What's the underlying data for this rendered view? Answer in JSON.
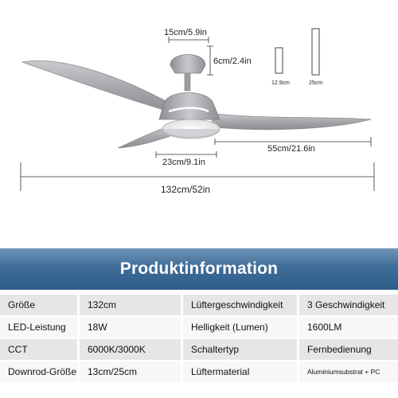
{
  "dimensions": {
    "motor_width": "15cm/5.9in",
    "downrod_height": "6cm/2.4in",
    "rod_short": "12.9cm",
    "rod_long": "25cm",
    "blade_length": "55cm/21.6in",
    "light_width": "23cm/9.1in",
    "total_span": "132cm/52in"
  },
  "info": {
    "title": "Produktinformation",
    "rows": [
      {
        "label1": "Größe",
        "value1": "132cm",
        "label2": "Lüftergeschwindigkeit",
        "value2": "3 Geschwindigkeit"
      },
      {
        "label1": "LED-Leistung",
        "value1": "18W",
        "label2": "Helligkeit (Lumen)",
        "value2": "1600LM"
      },
      {
        "label1": "CCT",
        "value1": "6000K/3000K",
        "label2": "Schaltertyp",
        "value2": "Fernbedienung"
      },
      {
        "label1": "Downrod-Größe",
        "value1": "13cm/25cm",
        "label2": "Lüftermaterial",
        "value2": "Aluminiumsubstrat + PC"
      }
    ]
  },
  "colors": {
    "banner": "#3f6d98",
    "fan_silver": "#a9abae"
  }
}
